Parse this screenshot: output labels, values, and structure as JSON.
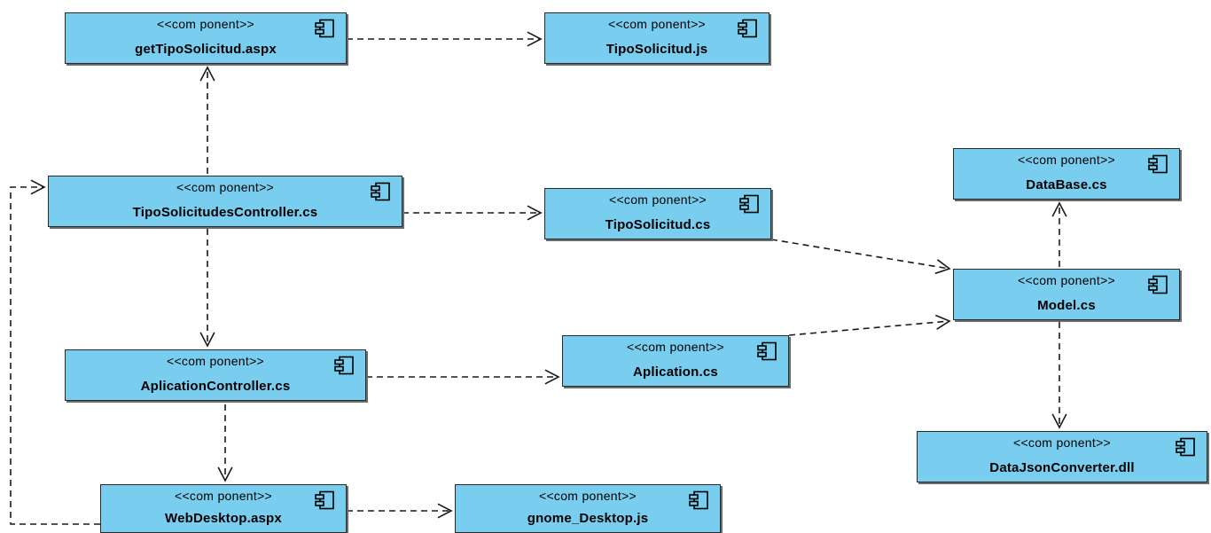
{
  "stereotype": "<<com ponent>>",
  "icon": "component-icon",
  "colors": {
    "fill": "#79cdee",
    "border": "#2a2a2a",
    "line": "#1a1a1a"
  },
  "components": [
    {
      "id": "getTipoSolicitud",
      "name": "getTipoSolicitud.aspx"
    },
    {
      "id": "tipoSolicitudJs",
      "name": "TipoSolicitud.js"
    },
    {
      "id": "tipoSolicitudesController",
      "name": "TipoSolicitudesController.cs"
    },
    {
      "id": "tipoSolicitudCs",
      "name": "TipoSolicitud.cs"
    },
    {
      "id": "dataBase",
      "name": "DataBase.cs"
    },
    {
      "id": "model",
      "name": "Model.cs"
    },
    {
      "id": "aplicationController",
      "name": "AplicationController.cs"
    },
    {
      "id": "aplication",
      "name": "Aplication.cs"
    },
    {
      "id": "dataJsonConverter",
      "name": "DataJsonConverter.dll"
    },
    {
      "id": "webDesktop",
      "name": "WebDesktop.aspx"
    },
    {
      "id": "gnomeDesktop",
      "name": "gnome_Desktop.js"
    }
  ],
  "dependencies": [
    {
      "from": "getTipoSolicitud",
      "to": "tipoSolicitudJs"
    },
    {
      "from": "tipoSolicitudesController",
      "to": "getTipoSolicitud"
    },
    {
      "from": "tipoSolicitudesController",
      "to": "tipoSolicitudCs"
    },
    {
      "from": "tipoSolicitudesController",
      "to": "aplicationController"
    },
    {
      "from": "tipoSolicitudCs",
      "to": "model"
    },
    {
      "from": "aplication",
      "to": "model"
    },
    {
      "from": "model",
      "to": "dataBase"
    },
    {
      "from": "model",
      "to": "dataJsonConverter"
    },
    {
      "from": "aplicationController",
      "to": "aplication"
    },
    {
      "from": "aplicationController",
      "to": "webDesktop"
    },
    {
      "from": "webDesktop",
      "to": "gnomeDesktop"
    },
    {
      "from": "webDesktop",
      "to": "tipoSolicitudesController"
    }
  ]
}
